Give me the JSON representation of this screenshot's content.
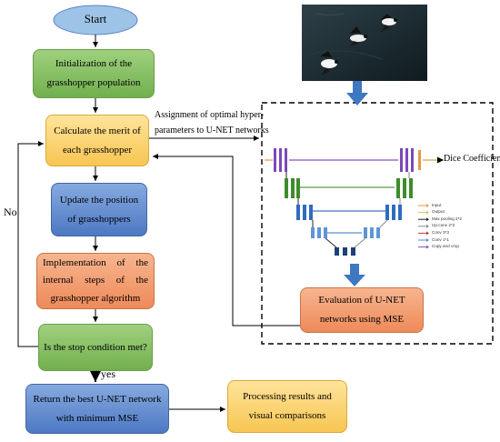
{
  "start": "Start",
  "steps": {
    "init": "Initialization of the grasshopper population",
    "merit": "Calculate the merit of each grasshopper",
    "update": "Update the position of grasshoppers",
    "internal": "Implementation of the internal steps of the grasshopper algorithm",
    "stop": "Is the stop condition met?",
    "best": "Return the best U-NET network with minimum MSE",
    "results": "Processing results and visual comparisons",
    "eval": "Evaluation of U-NET networks using MSE"
  },
  "labels": {
    "no": "No",
    "yes": "yes",
    "assignment": "Assignment of optimal hyper-parameters to U-NET networks",
    "dice": "Dice Coefficient"
  },
  "unet_legend": [
    {
      "text": "Input",
      "color": "#e39b4a"
    },
    {
      "text": "Output",
      "color": "#d6c34e"
    },
    {
      "text": "Max pooling 2*2",
      "color": "#222222"
    },
    {
      "text": "Up-conv 2*2",
      "color": "#8b8b8b"
    },
    {
      "text": "Conv 3*3",
      "color": "#c43a3a"
    },
    {
      "text": "Conv 1*1",
      "color": "#5a8fd6"
    },
    {
      "text": "Copy and crop",
      "color": "#8a4fc2"
    }
  ],
  "colors": {
    "green": "#7bbd57",
    "yellow": "#f9d373",
    "blue": "#5b84cc",
    "orange": "#f29a6b",
    "start": "#9dc3e6",
    "arrow": "#3d78c1"
  }
}
